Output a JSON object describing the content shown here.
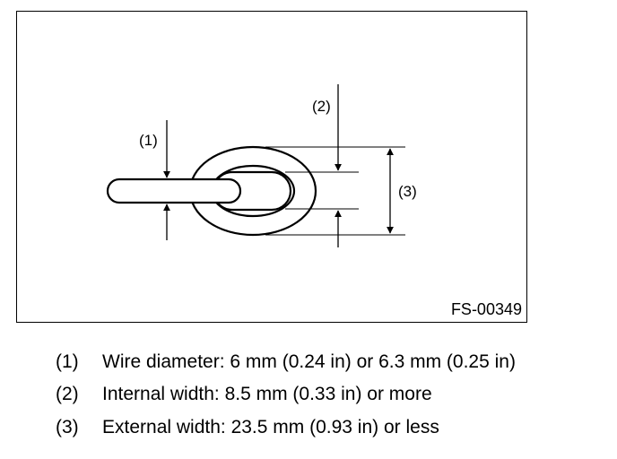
{
  "diagram": {
    "figure_code": "FS-00349",
    "callouts": [
      {
        "id": "1",
        "label": "(1)"
      },
      {
        "id": "2",
        "label": "(2)"
      },
      {
        "id": "3",
        "label": "(3)"
      }
    ]
  },
  "legend": [
    {
      "num": "(1)",
      "text": "Wire diameter: 6 mm (0.24 in) or 6.3 mm (0.25 in)"
    },
    {
      "num": "(2)",
      "text": "Internal width: 8.5 mm (0.33 in) or more"
    },
    {
      "num": "(3)",
      "text": "External width: 23.5 mm (0.93 in) or less"
    }
  ]
}
